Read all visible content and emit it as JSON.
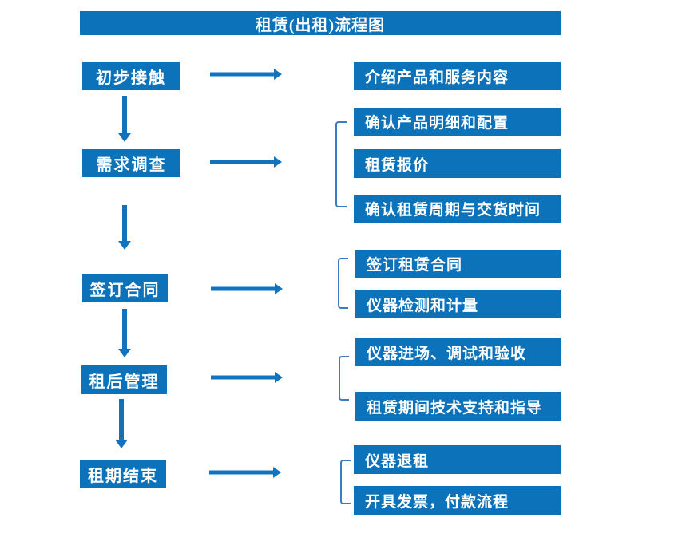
{
  "title": "租赁(出租)流程图",
  "colors": {
    "box_blue": "#0c72ba",
    "arrow_blue": "#1173bd",
    "bracket_blue": "#3b7cbf",
    "text_white": "#ffffff"
  },
  "stages": [
    {
      "label": "初步接触"
    },
    {
      "label": "需求调查"
    },
    {
      "label": "签订合同"
    },
    {
      "label": "租后管理"
    },
    {
      "label": "租期结束"
    }
  ],
  "details": [
    {
      "label": "介绍产品和服务内容"
    },
    {
      "label": "确认产品明细和配置"
    },
    {
      "label": "租赁报价"
    },
    {
      "label": "确认租赁周期与交货时间"
    },
    {
      "label": "签订租赁合同"
    },
    {
      "label": "仪器检测和计量"
    },
    {
      "label": "仪器进场、调试和验收"
    },
    {
      "label": "租赁期间技术支持和指导"
    },
    {
      "label": "仪器退租"
    },
    {
      "label": "开具发票，付款流程"
    }
  ]
}
